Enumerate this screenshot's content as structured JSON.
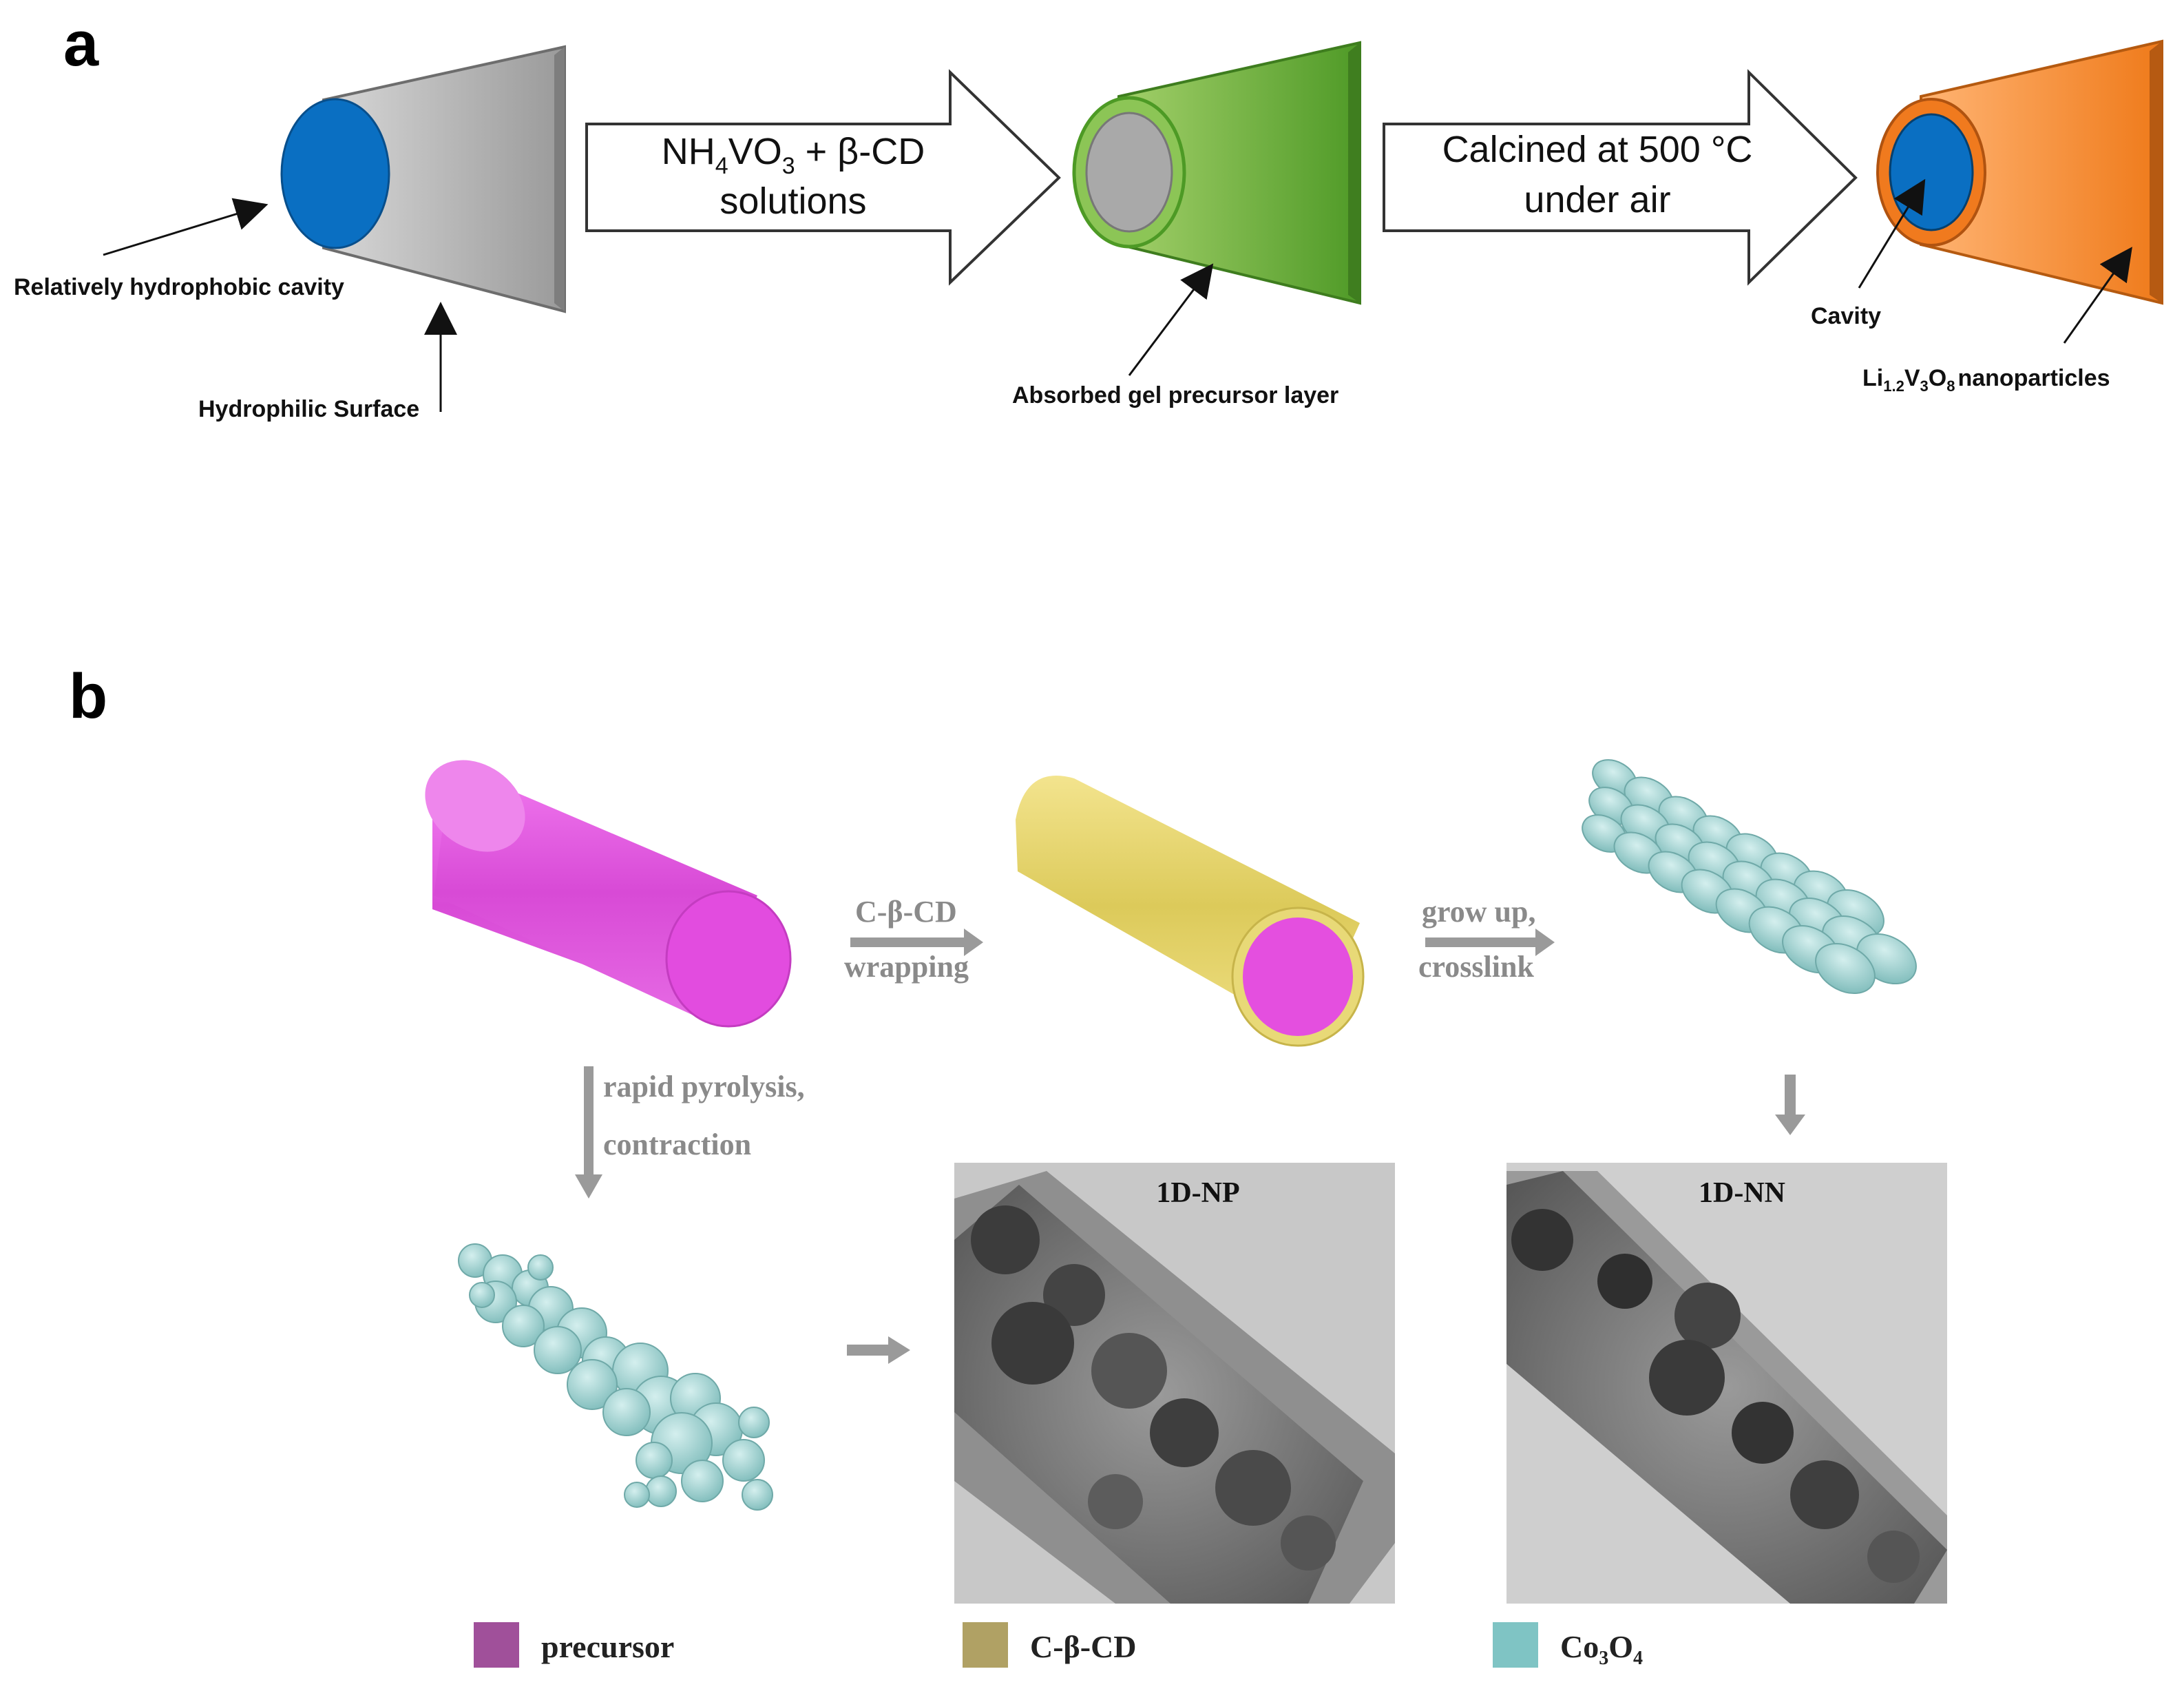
{
  "panel_a": {
    "letter": "a",
    "labels": {
      "cavity_hydrophobic": "Relatively hydrophobic  cavity",
      "hydrophilic_surface": "Hydrophilic Surface",
      "absorbed_layer": "Absorbed gel precursor layer",
      "cavity": "Cavity",
      "nanoparticles_main": "Li",
      "nanoparticles_sub1": "1.2",
      "nanoparticles_v": "V",
      "nanoparticles_sub2": "3",
      "nanoparticles_o": "O",
      "nanoparticles_sub3": "8",
      "nanoparticles_rest": "nanoparticles"
    },
    "arrow1": {
      "line1_a": "NH",
      "line1_sub1": "4",
      "line1_b": "VO",
      "line1_sub2": "3",
      "line1_c": " + β-CD",
      "line2": "solutions"
    },
    "arrow2": {
      "line1": "Calcined at 500 °C",
      "line2": "under air"
    },
    "colors": {
      "cavity_blue": "#0a6fc2",
      "grey_cone": "#b5b5b5",
      "green_cone": "#6bb53a",
      "orange_cone": "#f28a2e"
    }
  },
  "panel_b": {
    "letter": "b",
    "step1_top": "C-β-CD",
    "step1_bottom": "wrapping",
    "step2_top": "grow up,",
    "step2_bottom": "crosslink",
    "step3_top": "rapid pyrolysis,",
    "step3_bottom": "contraction",
    "tem_left_title": "1D-NP",
    "tem_right_title": "1D-NN",
    "legend": [
      {
        "label": "precursor",
        "color": "#a0509a"
      },
      {
        "label": "C-β-CD",
        "color": "#b0a164"
      },
      {
        "label_main": "Co",
        "label_sub1": "3",
        "label_mid": "O",
        "label_sub2": "4",
        "color": "#7fc4c4"
      }
    ],
    "colors": {
      "magenta": "#e04fe0",
      "yellow": "#e6d56a",
      "teal": "#9fd3d2"
    }
  }
}
